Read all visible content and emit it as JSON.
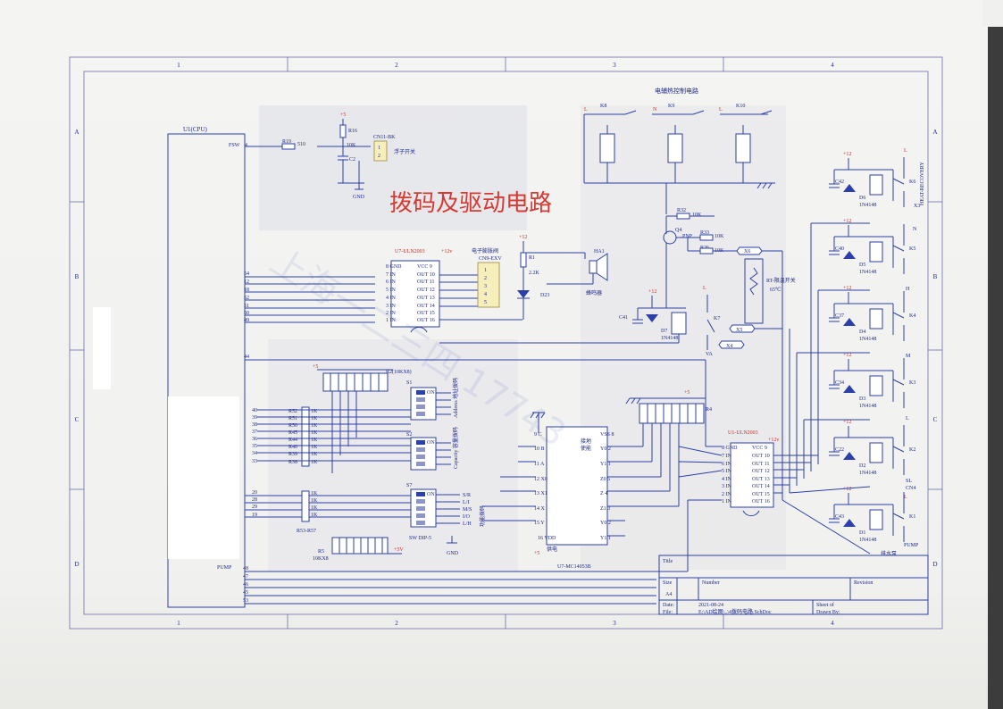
{
  "border": {
    "top_cols": [
      "1",
      "2",
      "3",
      "4"
    ],
    "bottom_cols": [
      "1",
      "2",
      "3",
      "4"
    ],
    "left_rows": [
      "A",
      "B",
      "C",
      "D"
    ],
    "right_rows": [
      "A",
      "B",
      "C",
      "D"
    ]
  },
  "headings": {
    "main": "拨码及驱动电路",
    "heater": "电辅热控制电路",
    "float_switch": "浮子开关",
    "buzzer": "蜂鸣器",
    "expansion_valve": "电子膨胀阀",
    "temp_switch": "RT-限温开关",
    "temp_value": "65℃",
    "drain_pump": "排水泵",
    "pump_ref": "PUMP",
    "heat_recovery": "HEAT-RECOVERY"
  },
  "cpu": {
    "ref": "U1(CPU)",
    "fsw": "FSW",
    "pump": "PUMP"
  },
  "cpu_pins_left": [
    "4",
    "54",
    "12",
    "18",
    "52",
    "51",
    "50",
    "49",
    "44",
    "40",
    "39",
    "38",
    "37",
    "36",
    "35",
    "34",
    "33",
    "20",
    "28",
    "29",
    "19",
    "48",
    "47",
    "46",
    "45",
    "53"
  ],
  "u7uln": {
    "ref": "U7-ULN2003",
    "vcc_label": "+12v",
    "pins_left": [
      "8 GND",
      "7 IN",
      "6 IN",
      "5 IN",
      "4 IN",
      "3 IN",
      "2 IN",
      "1 IN"
    ],
    "pins_right": [
      "VCC 9",
      "OUT 10",
      "OUT 11",
      "OUT 12",
      "OUT 13",
      "OUT 14",
      "OUT 15",
      "OUT 16"
    ]
  },
  "u1uln": {
    "ref": "U1-ULN2003",
    "vcc_label": "+12v",
    "pins_left": [
      "8 GND",
      "7 IN",
      "6 IN",
      "5 IN",
      "4 IN",
      "3 IN",
      "2 IN",
      "1 IN"
    ],
    "pins_right": [
      "VCC 9",
      "OUT 10",
      "OUT 11",
      "OUT 12",
      "OUT 13",
      "OUT 14",
      "OUT 15",
      "OUT 16"
    ]
  },
  "mux": {
    "ref": "U7-MC14053B",
    "pins_left": [
      "9 C",
      "10 B",
      "11 A",
      "12 X0",
      "13 X1",
      "14 X",
      "15 Y",
      "16 VDD"
    ],
    "pins_right": [
      "VSS 8",
      "Y0 2",
      "Y1 1",
      "Z0 5",
      "Z 4",
      "Z1 3",
      "Y0 2",
      "Y1 1"
    ],
    "vdd_note": "供电",
    "note1": "接地",
    "note2": "使能"
  },
  "cn9": {
    "ref": "CN9-EXV",
    "pins": [
      "1",
      "2",
      "3",
      "4",
      "5"
    ]
  },
  "cn11": {
    "ref": "CN11-BK",
    "pins": [
      "1",
      "2"
    ]
  },
  "parts": {
    "r16": "R16",
    "r16v": "10K",
    "c2": "C2",
    "r19": "R19",
    "r19v": "510",
    "gnd": "GND",
    "plus5": "+5",
    "r1": "R1",
    "r1v": "2.2K",
    "d23": "D23",
    "ha1": "HA1",
    "plus12": "+12",
    "r2": "R2(10KX8)",
    "r4": "R4",
    "r5": "R5",
    "r5v": "10KX8",
    "r53": "R53-R57",
    "q4": "Q4",
    "pnp": "PNP",
    "r32": "R32",
    "r32v": "10K",
    "r33": "R33",
    "r33v": "10K",
    "r26": "R26",
    "r26v": "10K",
    "x6": "X6",
    "x5": "X5",
    "x4": "X4",
    "x3": "X3",
    "va": "VA",
    "k7": "K7",
    "k8": "K8",
    "k9": "K9",
    "k10": "K10",
    "c41": "C41",
    "d7": "D7",
    "d7v": "1N4148",
    "plus5v": "+5V",
    "cn4": "CN4",
    "sl": "SL",
    "h": "H",
    "m": "M",
    "l": "L",
    "n": "N"
  },
  "res_left": [
    {
      "r": "R52",
      "v": "1K"
    },
    {
      "r": "R51",
      "v": "1K"
    },
    {
      "r": "R50",
      "v": "1K"
    },
    {
      "r": "R45",
      "v": "1K"
    },
    {
      "r": "R44",
      "v": "1K"
    },
    {
      "r": "R40",
      "v": "1K"
    },
    {
      "r": "R39",
      "v": "1K"
    },
    {
      "r": "R38",
      "v": "1K"
    }
  ],
  "switches": {
    "s1": "S1",
    "s1_note": "Address 地址拨码",
    "s2": "S2",
    "s2_note": "Capacity 容量拨码",
    "s7": "S7",
    "s7_part": "SW DIP-5",
    "s7_note": "功能拨码",
    "on": "ON",
    "s7_labels": [
      "S/R",
      "L/I",
      "M/S",
      "I/O",
      "L/H"
    ]
  },
  "relays": [
    {
      "k": "K6",
      "c": "C42",
      "d": "D6",
      "dv": "1N4148"
    },
    {
      "k": "K5",
      "c": "C40",
      "d": "D5",
      "dv": "1N4148"
    },
    {
      "k": "K4",
      "c": "C37",
      "d": "D4",
      "dv": "1N4148"
    },
    {
      "k": "K3",
      "c": "C34",
      "d": "D3",
      "dv": "1N4148"
    },
    {
      "k": "K2",
      "c": "C22",
      "d": "D2",
      "dv": "1N4148"
    },
    {
      "k": "K1",
      "c": "C43",
      "d": "D1",
      "dv": "1N4148"
    }
  ],
  "title_block": {
    "title_label": "Title",
    "size_label": "Size",
    "size_value": "A4",
    "number_label": "Number",
    "revision_label": "Revision",
    "date_label": "Date:",
    "date_value": "2021-08-24",
    "file_label": "File:",
    "file_value": "E:\\AD绘图\\..\\4拨码电路.SchDoc",
    "sheet_label": "Sheet of",
    "drawn_label": "Drawn By:"
  },
  "watermark_text": "上海一二三四 17743"
}
